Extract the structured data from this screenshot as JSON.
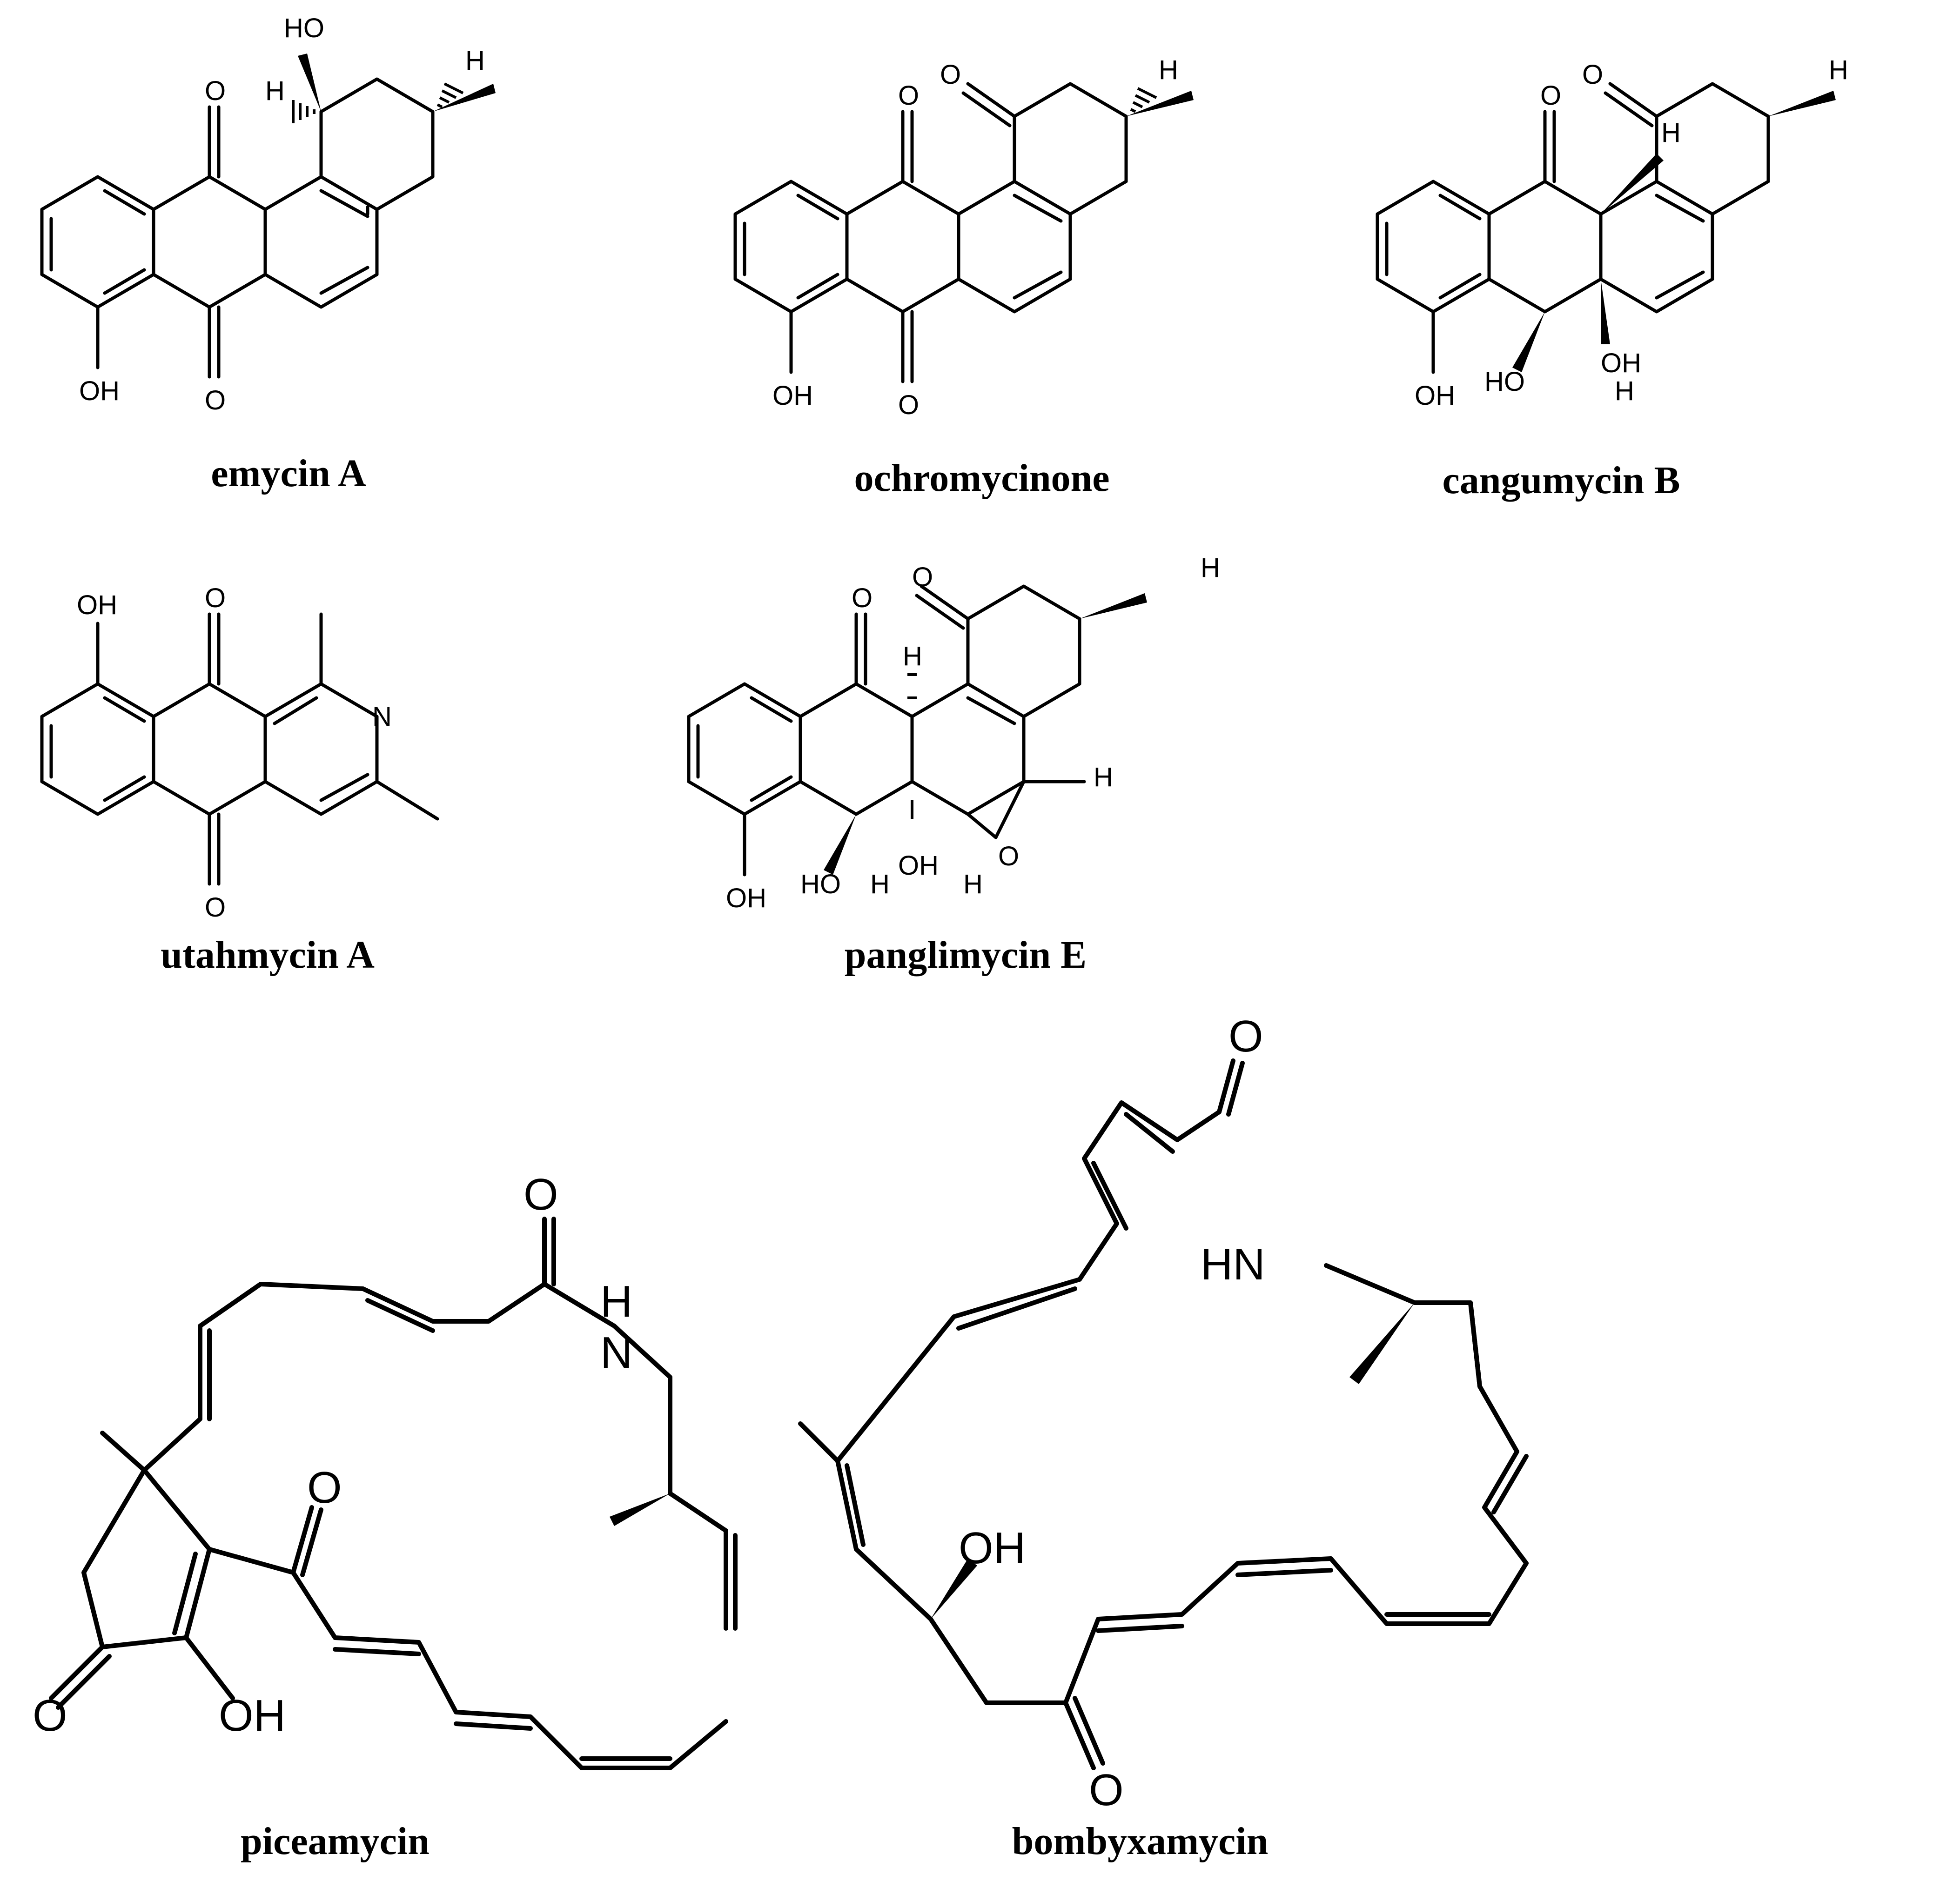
{
  "compounds": [
    {
      "name": "emycin A"
    },
    {
      "name": "ochromycinone"
    },
    {
      "name": "cangumycin B"
    },
    {
      "name": "utahmycin A"
    },
    {
      "name": "panglimycin E"
    },
    {
      "name": "piceamycin"
    },
    {
      "name": "bombyxamycin"
    }
  ],
  "atoms": {
    "O": "O",
    "OH": "OH",
    "HO": "HO",
    "H": "H",
    "N": "N",
    "NH_H": "H",
    "NH_N": "N",
    "HN": "HN"
  }
}
